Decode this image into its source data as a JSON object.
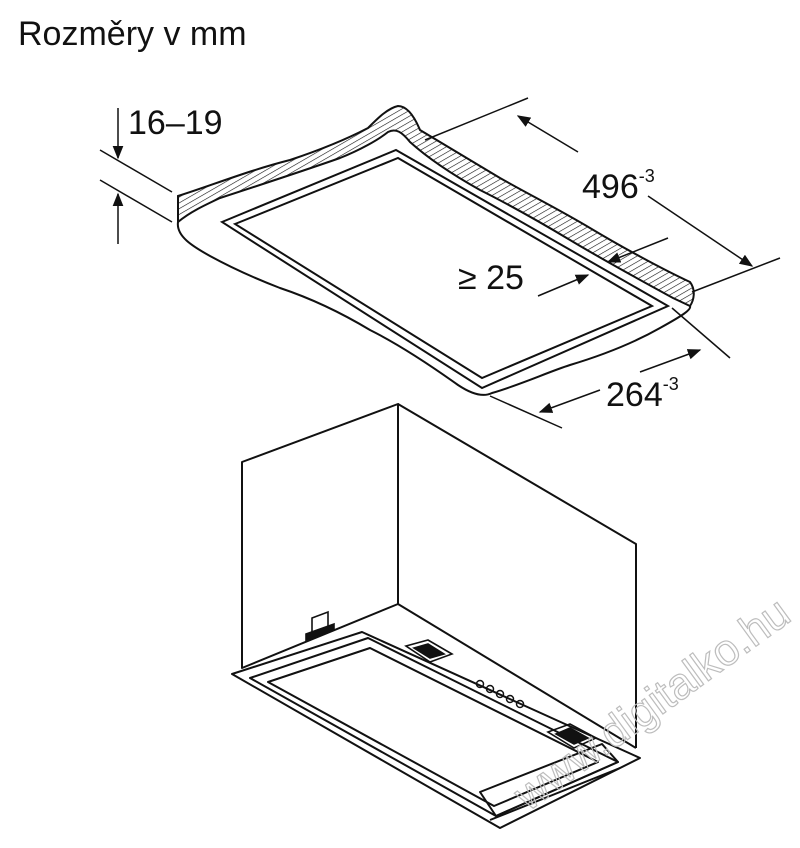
{
  "title": "Rozměry v mm",
  "dimensions": {
    "cutout_thickness": "16–19",
    "cutout_length": {
      "value": "496",
      "tolerance": "-3"
    },
    "cutout_width": {
      "value": "264",
      "tolerance": "-3"
    },
    "edge_clearance": "≥ 25"
  },
  "watermark": "www.digitalko.hu",
  "colors": {
    "line": "#111111",
    "background": "#ffffff",
    "watermark": "#bdbdbd"
  }
}
